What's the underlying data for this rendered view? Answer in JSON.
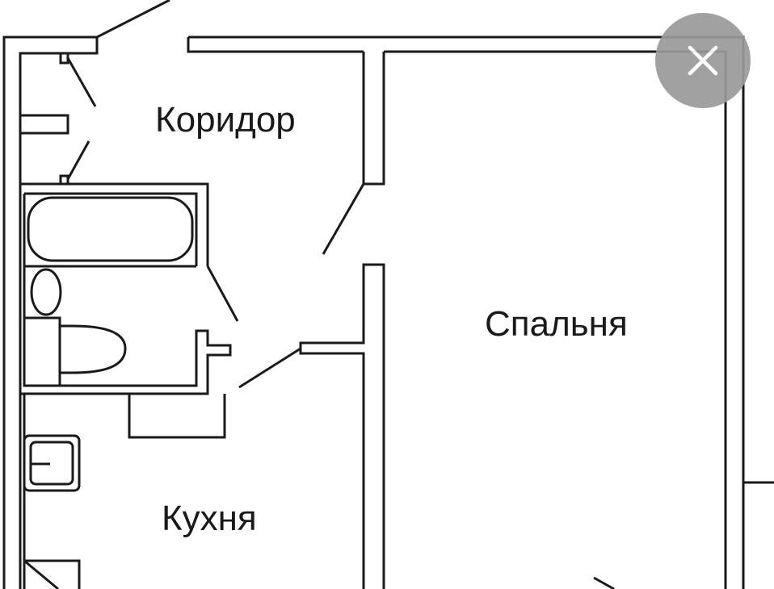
{
  "floor_plan": {
    "rooms": [
      {
        "id": "corridor",
        "label": "Коридор"
      },
      {
        "id": "bedroom",
        "label": "Спальня"
      },
      {
        "id": "kitchen",
        "label": "Кухня"
      }
    ]
  },
  "overlay": {
    "close_icon": "close-icon",
    "button_color": "#9a9a9a",
    "icon_color": "#ffffff"
  },
  "colors": {
    "wall": "#1a1a1a",
    "background": "#ffffff"
  }
}
